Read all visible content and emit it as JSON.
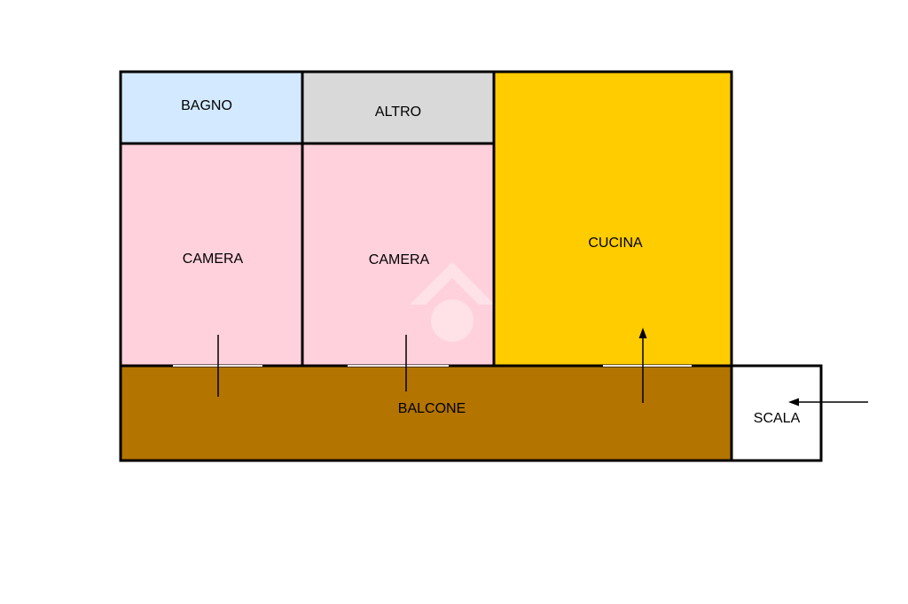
{
  "colors": {
    "bagno": "#d3e9ff",
    "altro": "#d9d9d9",
    "camera": "#ffd1dc",
    "cucina": "#ffcc00",
    "balcone": "#b37400",
    "scala": "#ffffff",
    "wall": "#000000",
    "watermark": "#ffffff"
  },
  "rooms": {
    "bagno": "BAGNO",
    "altro": "ALTRO",
    "camera_left": "CAMERA",
    "camera_right": "CAMERA",
    "cucina": "CUCINA",
    "balcone": "BALCONE",
    "scala": "SCALA"
  },
  "icons": {
    "entry_arrow": "arrow-left-icon",
    "watermark": "house-logo-watermark-icon"
  }
}
